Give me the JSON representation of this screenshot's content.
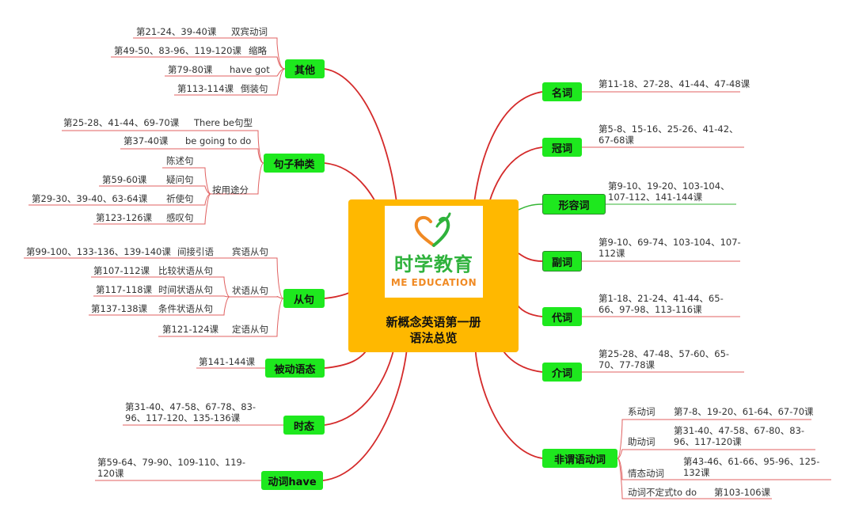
{
  "center": {
    "logo_cn": "时学教育",
    "logo_en": "ME EDUCATION",
    "title_line1": "新概念英语第一册",
    "title_line2": "语法总览"
  },
  "nodes": {
    "qita": "其他",
    "juzi": "句子种类",
    "congju": "从句",
    "beidong": "被动语态",
    "shitai": "时态",
    "have": "动词have",
    "mingci": "名词",
    "guanci": "冠词",
    "xingrong": "形容词",
    "fuci": "副词",
    "daici": "代词",
    "jieci": "介词",
    "feiwei": "非谓语动词"
  },
  "left": {
    "qita": {
      "r1_lesson": "第21-24、39-40课",
      "r1_label": "双宾动词",
      "r2_lesson": "第49-50、83-96、119-120课",
      "r2_label": "缩略",
      "r3_lesson": "第79-80课",
      "r3_label": "have got",
      "r4_lesson": "第113-114课",
      "r4_label": "倒装句"
    },
    "juzi": {
      "r1_lesson": "第25-28、41-44、69-70课",
      "r1_label": "There be句型",
      "r2_lesson": "第37-40课",
      "r2_label": "be going to do",
      "yongtu": "按用途分",
      "chenshu": "陈述句",
      "yiwen_lesson": "第59-60课",
      "yiwen": "疑问句",
      "qishi_lesson": "第29-30、39-40、63-64课",
      "qishi": "祈使句",
      "gantan_lesson": "第123-126课",
      "gantan": "感叹句"
    },
    "congju": {
      "r1_lesson": "第99-100、133-136、139-140课",
      "r1_mid": "间接引语",
      "r1_label": "宾语从句",
      "zhuangyu": "状语从句",
      "bijiao_lesson": "第107-112课",
      "bijiao": "比较状语从句",
      "shijian_lesson": "第117-118课",
      "shijian": "时间状语从句",
      "tiaojian_lesson": "第137-138课",
      "tiaojian": "条件状语从句",
      "dingyu_lesson": "第121-124课",
      "dingyu": "定语从句"
    },
    "beidong_lesson": "第141-144课",
    "shitai_lesson": "第31-40、47-58、67-78、83-96、117-120、135-136课",
    "have_lesson": "第59-64、79-90、109-110、119-120课"
  },
  "right": {
    "mingci_lesson": "第11-18、27-28、41-44、47-48课",
    "guanci_lesson": "第5-8、15-16、25-26、41-42、67-68课",
    "xingrong_lesson": "第9-10、19-20、103-104、107-112、141-144课",
    "fuci_lesson": "第9-10、69-74、103-104、107-112课",
    "daici_lesson": "第1-18、21-24、41-44、65-66、97-98、113-116课",
    "jieci_lesson": "第25-28、47-48、57-60、65-70、77-78课",
    "feiwei": {
      "xi_label": "系动词",
      "xi_lesson": "第7-8、19-20、61-64、67-70课",
      "zhu_label": "助动词",
      "zhu_lesson": "第31-40、47-58、67-80、83-96、117-120课",
      "qing_label": "情态动词",
      "qing_lesson": "第43-46、61-66、95-96、125-132课",
      "bu_label": "动词不定式to do",
      "bu_lesson": "第103-106课"
    }
  },
  "colors": {
    "branch": "#d42a2a",
    "thin": "#e06060",
    "green_branch": "#35b535",
    "node": "#1ee81e",
    "center": "#ffb800"
  }
}
